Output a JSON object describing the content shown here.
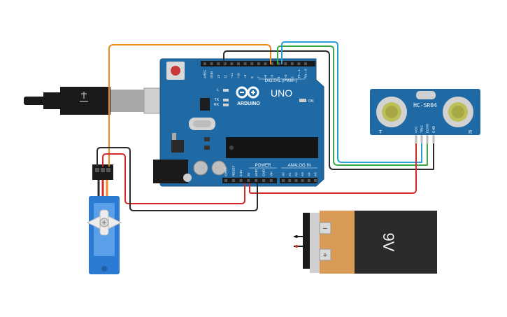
{
  "arduino": {
    "brand": "ARDUINO",
    "model": "UNO",
    "on_label": "ON",
    "l_label": "L",
    "tx_label": "TX",
    "rx_label": "RX",
    "digital_header": "DIGITAL (PWM~)",
    "power_header": "POWER",
    "analog_header": "ANALOG IN",
    "top_pins": [
      "AREF",
      "GND",
      "13",
      "12",
      "~11",
      "~10",
      "~9",
      "8",
      "7",
      "~6",
      "~5",
      "4",
      "~3",
      "2",
      "TX→1",
      "RX←0"
    ],
    "power_pins": [
      "IOREF",
      "RESET",
      "3.3V",
      "5V",
      "GND",
      "GND",
      "Vin"
    ],
    "analog_pins": [
      "A0",
      "A1",
      "A2",
      "A3",
      "A4",
      "A5"
    ]
  },
  "sensor": {
    "label": "HC-SR04",
    "left_mark": "T",
    "right_mark": "R",
    "pins": [
      "VCC",
      "TRIG",
      "ECHO",
      "GND"
    ]
  },
  "battery": {
    "label": "9V",
    "minus": "−",
    "plus": "+"
  },
  "colors": {
    "board": "#1f6aa5",
    "wire_orange": "#f08a1c",
    "wire_red": "#d42a2a",
    "wire_black": "#2a2a2a",
    "wire_green": "#3aa845",
    "wire_blue": "#2a9ed8",
    "servo": "#2b7bd4",
    "battery_orange": "#d99a55",
    "battery_black": "#2b2b2b"
  }
}
